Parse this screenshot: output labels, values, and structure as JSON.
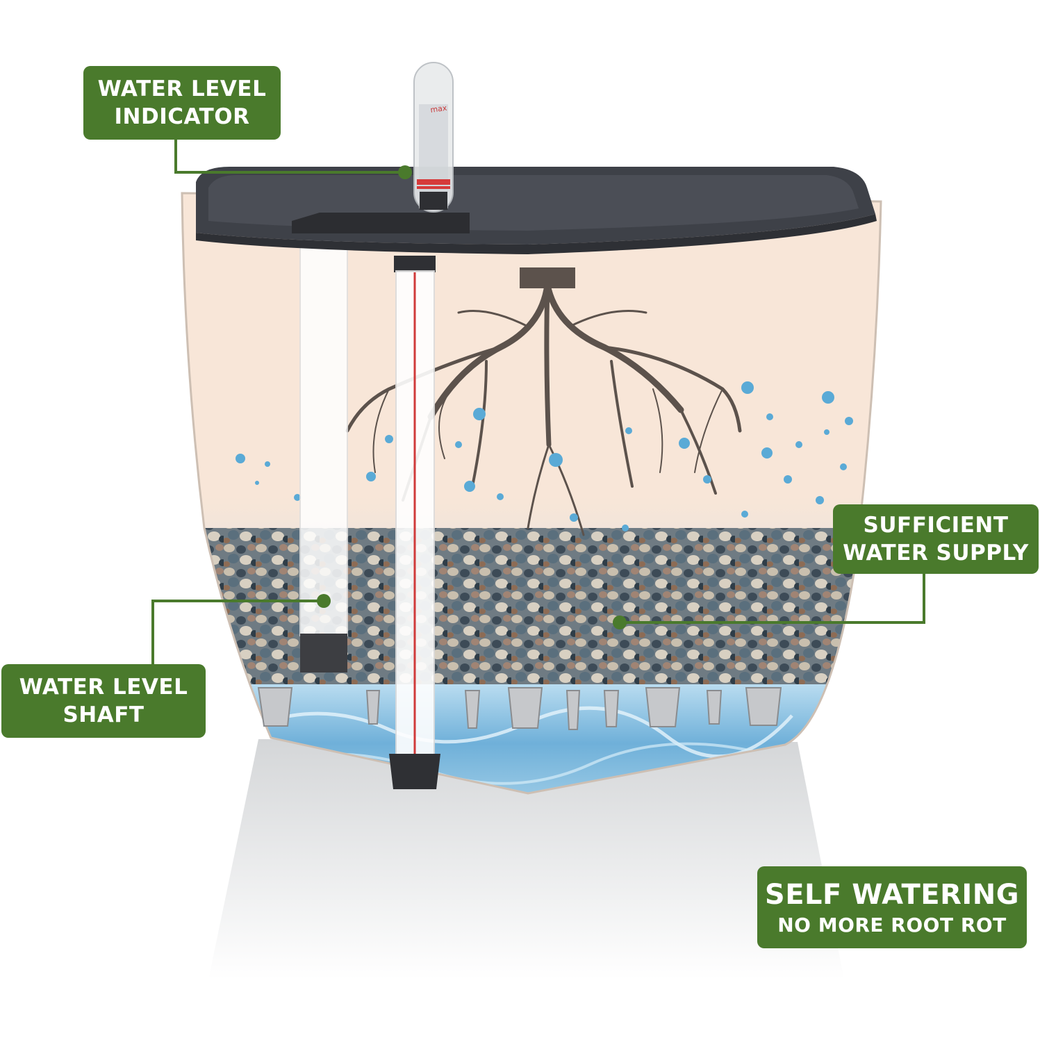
{
  "labels": {
    "water_level_indicator": {
      "line1": "WATER LEVEL",
      "line2": "INDICATOR"
    },
    "water_level_shaft": {
      "line1": "WATER LEVEL",
      "line2": "SHAFT"
    },
    "sufficient_water_supply": {
      "line1": "SUFFICIENT",
      "line2": "WATER SUPPLY"
    },
    "self_watering": {
      "line1": "SELF WATERING",
      "line2": "NO MORE ROOT ROT"
    }
  },
  "colors": {
    "label_green": "#4a7a2c",
    "pot_body": "#f8e6d8",
    "pot_rim": "#3e4148",
    "water": "#7fb6d8",
    "bubbles": "#5aaad6"
  }
}
